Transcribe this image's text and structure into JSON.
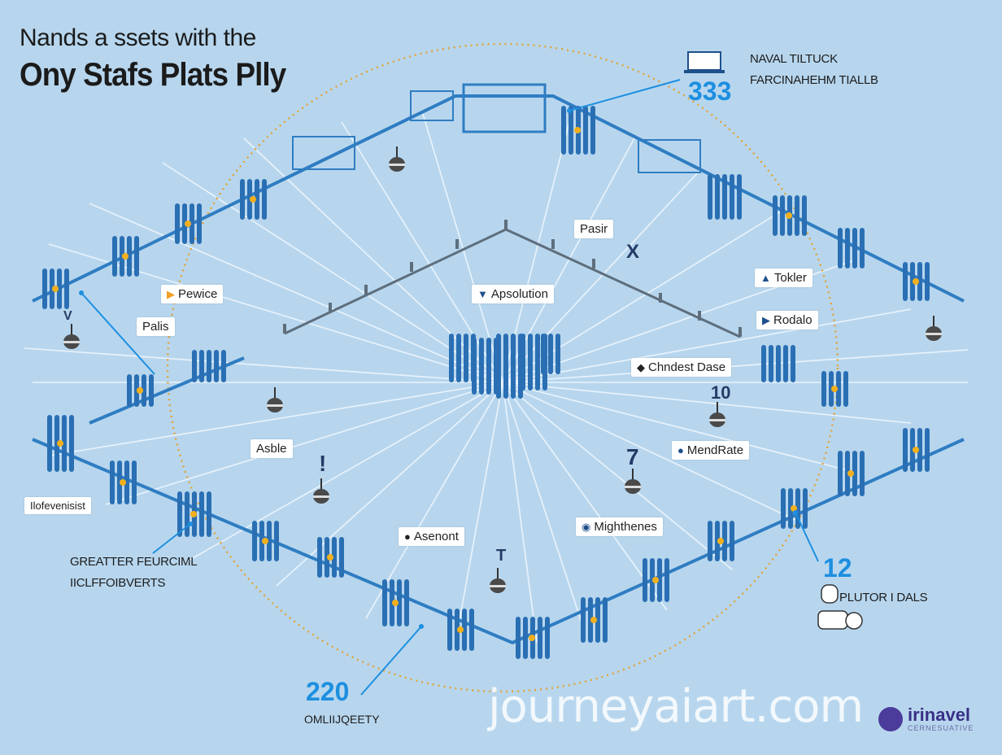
{
  "header": {
    "subtitle": "Nands a ssets with the",
    "title": "Ony Stafs Plats Plly"
  },
  "labels": {
    "pasir": "Pasir",
    "x_mark": "X",
    "tokler": "Tokler",
    "pewice": "Pewice",
    "palis": "Palis",
    "apsolution": "Apsolution",
    "rodalo": "Rodalo",
    "chndest_dase": "Chndest Dase",
    "ten": "10",
    "able": "Asble",
    "mendrate": "MendRate",
    "seven": "7",
    "bang": "!",
    "asenont": "Asenont",
    "mighthenes": "Mighthenes",
    "lofevenisist": "Ilofevenisist",
    "small_mark": "T",
    "v_mark": "V"
  },
  "callouts": {
    "top_right_number": "333",
    "top_right_line1": "NAVAL TILTUCK",
    "top_right_line2": "FARCINAHEHM TIALLB",
    "right_number": "12",
    "right_caption": "PLUTOR I DALS",
    "left_line1": "GREATTER FEURCIML",
    "left_line2": "IICLFFOIBVERTS",
    "bottom_number": "220",
    "bottom_caption": "OMLIIJQEETY"
  },
  "footer": {
    "watermark": "journeyaiart.com",
    "brand_name": "irinavel",
    "brand_sub": "CERNESUATIVE"
  },
  "icons": [
    "laptop-icon",
    "flag-icon",
    "apple-icon",
    "location-pin-icon",
    "person-icon",
    "tree-icon",
    "layers-icon",
    "triangle-icon"
  ],
  "colors": {
    "background": "#b7d6ee",
    "tower": "#2a6fb3",
    "rail": "#2f7dc2",
    "accent_dot": "#f2b01e",
    "callout_number": "#1d8fe0",
    "dotted_circle": "#e2a436"
  }
}
